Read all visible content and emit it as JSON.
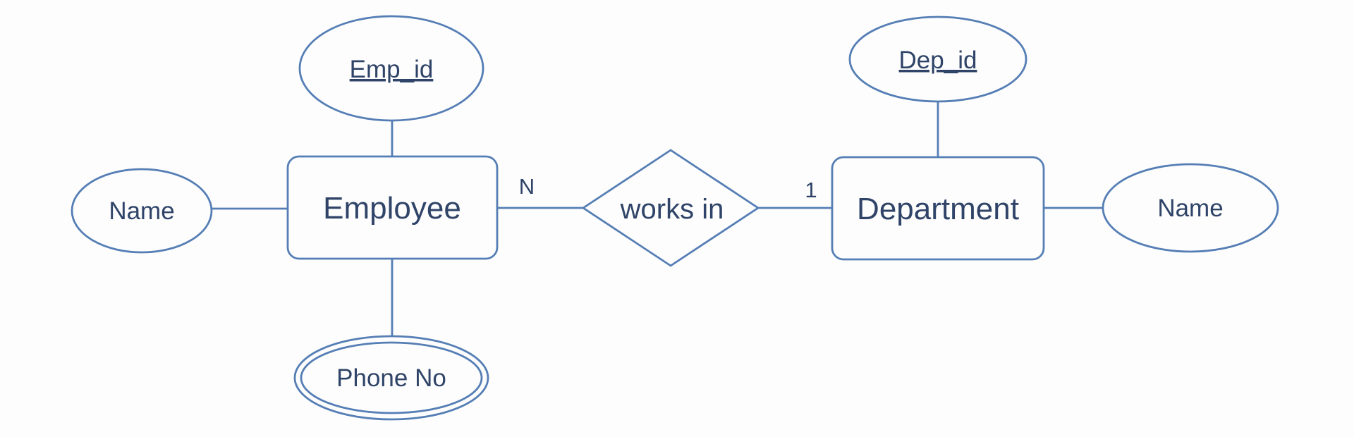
{
  "colors": {
    "stroke": "#557eb5",
    "text": "#2f4468",
    "background": "#fdfdfd"
  },
  "entities": {
    "employee": {
      "label": "Employee"
    },
    "department": {
      "label": "Department"
    }
  },
  "attributes": {
    "emp_id": {
      "label": "Emp_id",
      "underlined": true
    },
    "employee_name": {
      "label": "Name"
    },
    "phone_no": {
      "label": "Phone No",
      "double_border": true
    },
    "dep_id": {
      "label": "Dep_id",
      "underlined": true
    },
    "department_name": {
      "label": "Name"
    }
  },
  "relationship": {
    "label": "works in",
    "employee_cardinality": "N",
    "department_cardinality": "1"
  }
}
